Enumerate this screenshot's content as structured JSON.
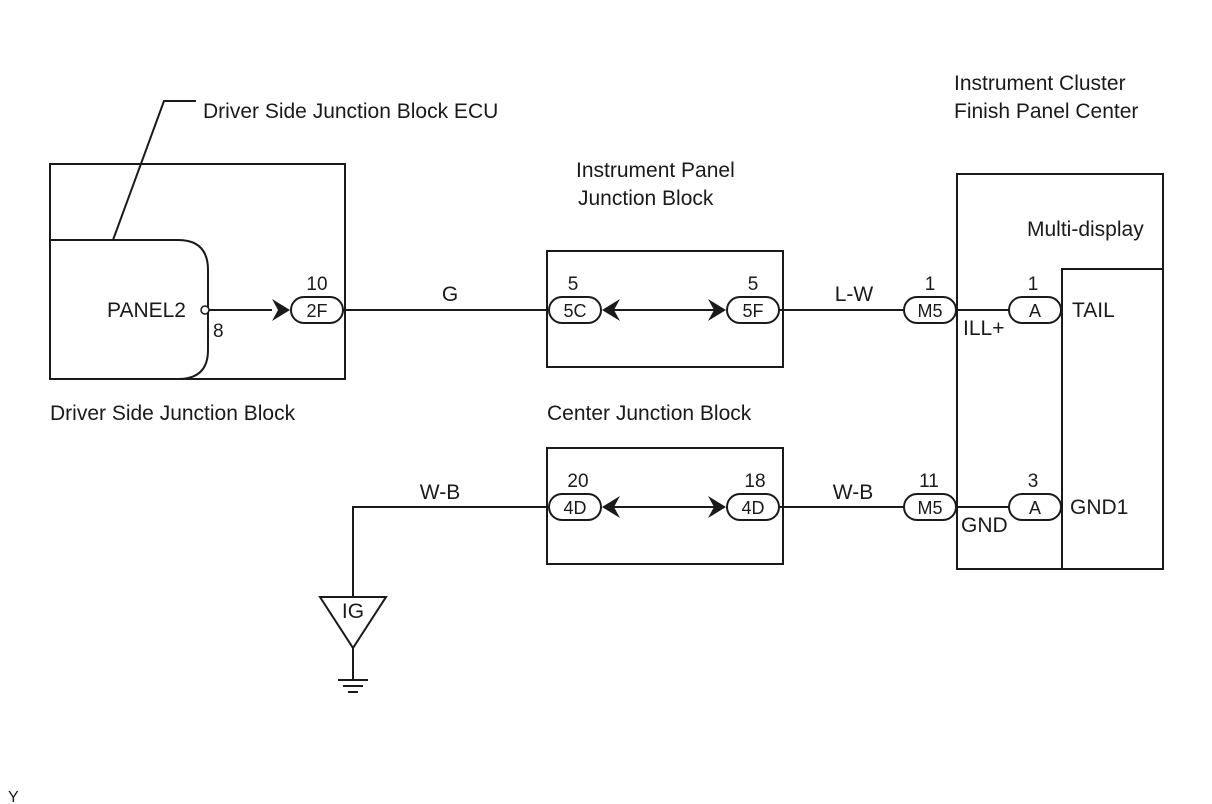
{
  "components": {
    "driver_jb": {
      "label": "Driver Side Junction Block",
      "ecu_label": "Driver Side Junction Block ECU",
      "terminal_name": "PANEL2",
      "terminal_pin": "8",
      "connector": {
        "pin": "10",
        "code": "2F"
      }
    },
    "ip_jb": {
      "label_line1": "Instrument Panel",
      "label_line2": "Junction Block",
      "left": {
        "pin": "5",
        "code": "5C"
      },
      "right": {
        "pin": "5",
        "code": "5F"
      }
    },
    "center_jb": {
      "label": "Center Junction Block",
      "left": {
        "pin": "20",
        "code": "4D"
      },
      "right": {
        "pin": "18",
        "code": "4D"
      }
    },
    "cluster": {
      "label_line1": "Instrument Cluster",
      "label_line2": "Finish Panel Center",
      "sub_label": "Multi-display",
      "top_connector": {
        "pin": "1",
        "code": "M5"
      },
      "bottom_connector": {
        "pin": "11",
        "code": "M5"
      },
      "top_terminal_name": "ILL+",
      "bottom_terminal_name": "GND",
      "top_inner": {
        "pin": "1",
        "code": "A",
        "name": "TAIL"
      },
      "bottom_inner": {
        "pin": "3",
        "code": "A",
        "name": "GND1"
      }
    },
    "ground": {
      "label": "IG"
    }
  },
  "wires": {
    "g": "G",
    "lw": "L-W",
    "wb_left": "W-B",
    "wb_right": "W-B"
  },
  "footer": {
    "code": "Y"
  }
}
